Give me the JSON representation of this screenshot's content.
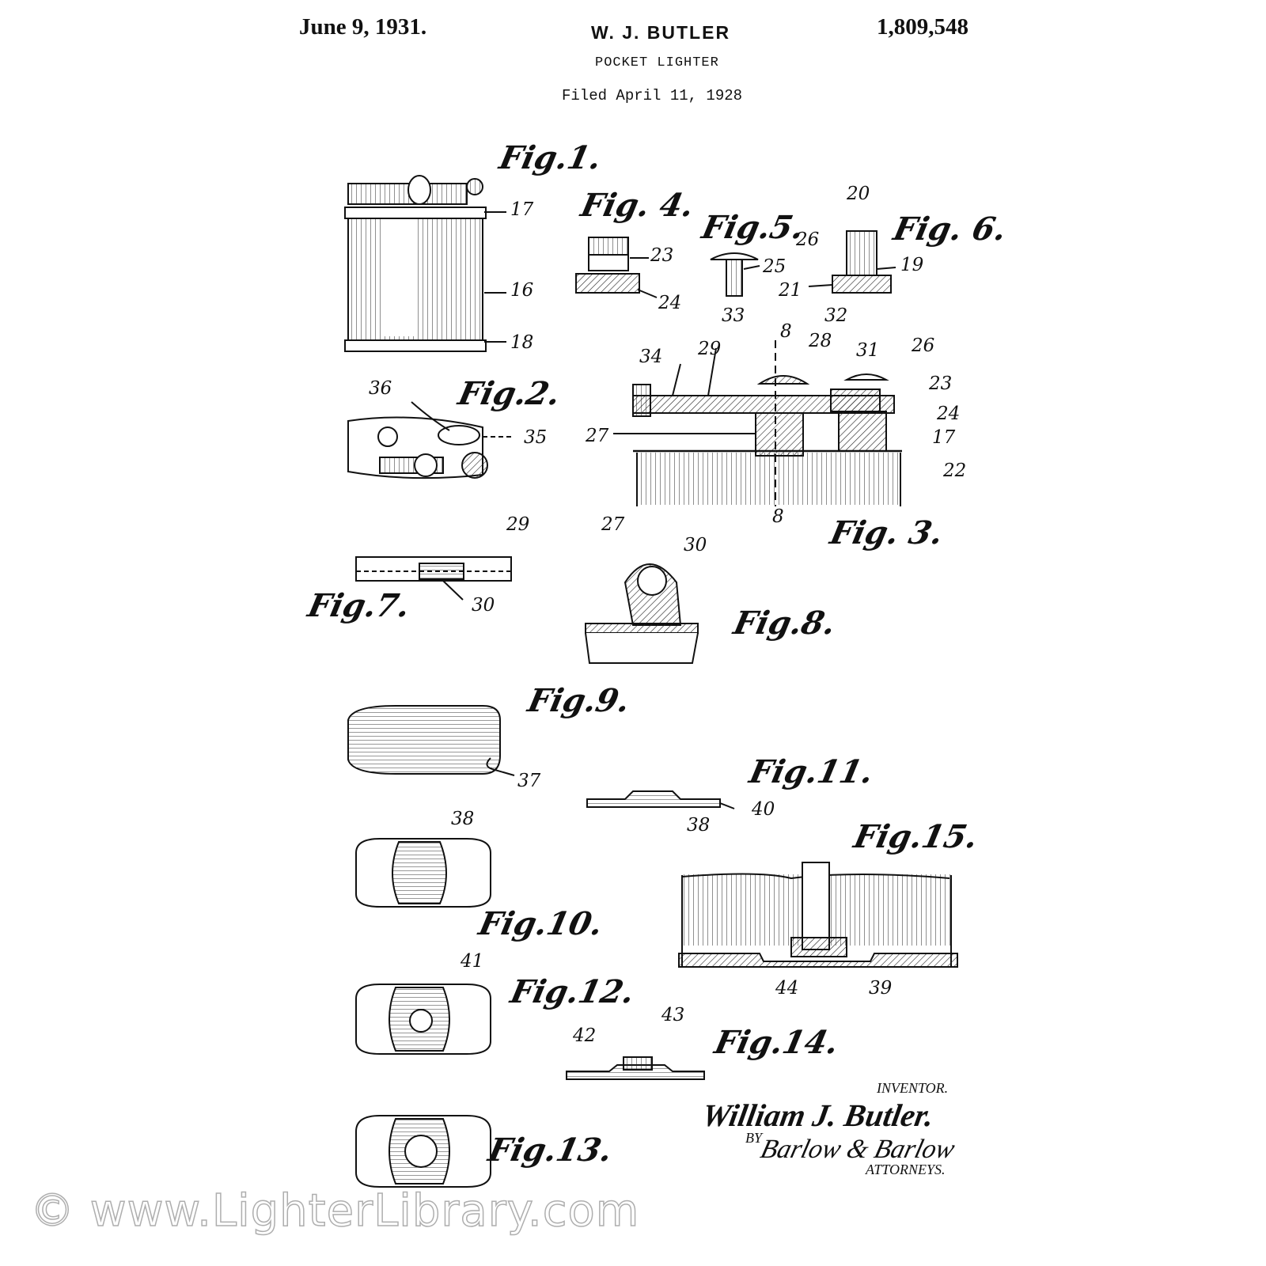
{
  "header": {
    "date": "June 9, 1931.",
    "inventor": "W. J. BUTLER",
    "patent_number": "1,809,548",
    "title": "POCKET LIGHTER",
    "filed": "Filed April 11, 1928"
  },
  "figures": {
    "fig1": "Fig.1.",
    "fig2": "Fig.2.",
    "fig3": "Fig. 3.",
    "fig4": "Fig. 4.",
    "fig5": "Fig.5.",
    "fig6": "Fig. 6.",
    "fig7": "Fig.7.",
    "fig8": "Fig.8.",
    "fig9": "Fig.9.",
    "fig10": "Fig.10.",
    "fig11": "Fig.11.",
    "fig12": "Fig.12.",
    "fig13": "Fig.13.",
    "fig14": "Fig.14.",
    "fig15": "Fig.15."
  },
  "refs": {
    "r17a": "17",
    "r16": "16",
    "r18": "18",
    "r23a": "23",
    "r24a": "24",
    "r26a": "26",
    "r25a": "25",
    "r20": "20",
    "r19": "19",
    "r21": "21",
    "r36": "36",
    "r35": "35",
    "r33": "33",
    "r8a": "8",
    "r32": "32",
    "r34": "34",
    "r29a": "29",
    "r28": "28",
    "r31": "31",
    "r26b": "26",
    "r23b": "23",
    "r24b": "24",
    "r27a": "27",
    "r17b": "17",
    "r22": "22",
    "r8b": "8",
    "r29b": "29",
    "r30a": "30",
    "r27b": "27",
    "r30b": "30",
    "r37": "37",
    "r40": "40",
    "r38a": "38",
    "r38b": "38",
    "r41": "41",
    "r44": "44",
    "r39": "39",
    "r42": "42",
    "r43": "43"
  },
  "signature": {
    "inventor_label": "INVENTOR.",
    "inventor_name": "William J. Butler.",
    "by": "BY",
    "firm": "Barlow & Barlow",
    "attorneys": "ATTORNEYS."
  },
  "watermark": "© www.LighterLibrary.com"
}
